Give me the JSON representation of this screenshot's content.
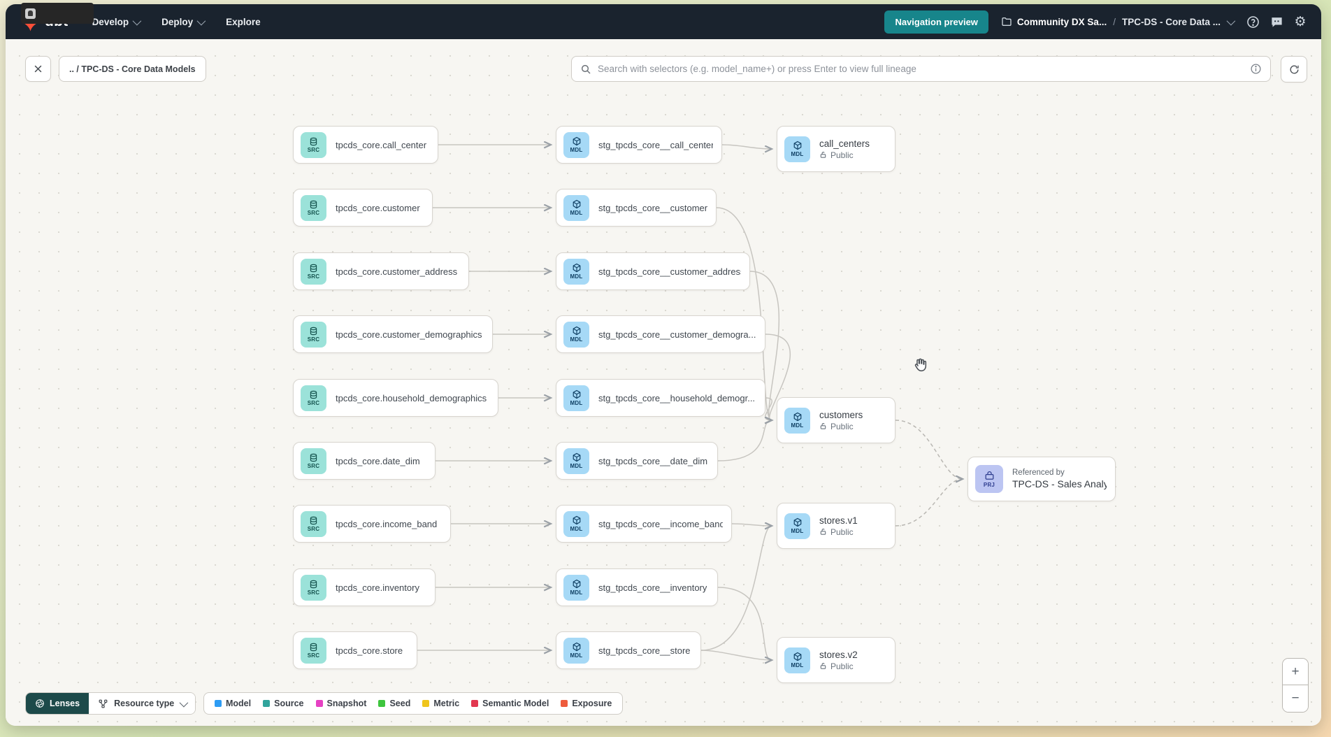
{
  "navbar": {
    "logo_text": "dbt",
    "menus": [
      {
        "label": "Develop",
        "has_chevron": true
      },
      {
        "label": "Deploy",
        "has_chevron": true
      },
      {
        "label": "Explore",
        "has_chevron": false
      }
    ],
    "preview_button_label": "Navigation preview",
    "breadcrumb": {
      "project": "Community DX Sa...",
      "separator": "/",
      "item": "TPC-DS - Core Data ..."
    }
  },
  "toolbar": {
    "back_breadcrumb": ".. / TPC-DS - Core Data Models",
    "search_placeholder": "Search with selectors (e.g. model_name+) or press Enter to view full lineage"
  },
  "graph": {
    "badges": {
      "source": "SRC",
      "model": "MDL",
      "project": "PRJ"
    },
    "source_nodes": [
      {
        "label": "tpcds_core.call_center"
      },
      {
        "label": "tpcds_core.customer"
      },
      {
        "label": "tpcds_core.customer_address"
      },
      {
        "label": "tpcds_core.customer_demographics"
      },
      {
        "label": "tpcds_core.household_demographics"
      },
      {
        "label": "tpcds_core.date_dim"
      },
      {
        "label": "tpcds_core.income_band"
      },
      {
        "label": "tpcds_core.inventory"
      },
      {
        "label": "tpcds_core.store"
      }
    ],
    "staging_nodes": [
      {
        "label": "stg_tpcds_core__call_center"
      },
      {
        "label": "stg_tpcds_core__customer"
      },
      {
        "label": "stg_tpcds_core__customer_address"
      },
      {
        "label": "stg_tpcds_core__customer_demogra..."
      },
      {
        "label": "stg_tpcds_core__household_demogr..."
      },
      {
        "label": "stg_tpcds_core__date_dim"
      },
      {
        "label": "stg_tpcds_core__income_band"
      },
      {
        "label": "stg_tpcds_core__inventory"
      },
      {
        "label": "stg_tpcds_core__store"
      }
    ],
    "public_nodes": [
      {
        "label": "call_centers",
        "access": "Public"
      },
      {
        "label": "customers",
        "access": "Public"
      },
      {
        "label": "stores.v1",
        "access": "Public"
      },
      {
        "label": "stores.v2",
        "access": "Public"
      }
    ],
    "project_node": {
      "eyebrow": "Referenced by",
      "label": "TPC-DS - Sales Analytics"
    }
  },
  "footer": {
    "lenses_label": "Lenses",
    "resource_type_label": "Resource type",
    "legend": [
      {
        "label": "Model",
        "color": "#2d9cf4"
      },
      {
        "label": "Source",
        "color": "#31a49c"
      },
      {
        "label": "Snapshot",
        "color": "#e641c3"
      },
      {
        "label": "Seed",
        "color": "#3ec53e"
      },
      {
        "label": "Metric",
        "color": "#efc51c"
      },
      {
        "label": "Semantic Model",
        "color": "#e23750"
      },
      {
        "label": "Exposure",
        "color": "#ee5b3d"
      }
    ]
  },
  "zoom_controls": {
    "zoom_in": "+",
    "zoom_out": "−"
  }
}
